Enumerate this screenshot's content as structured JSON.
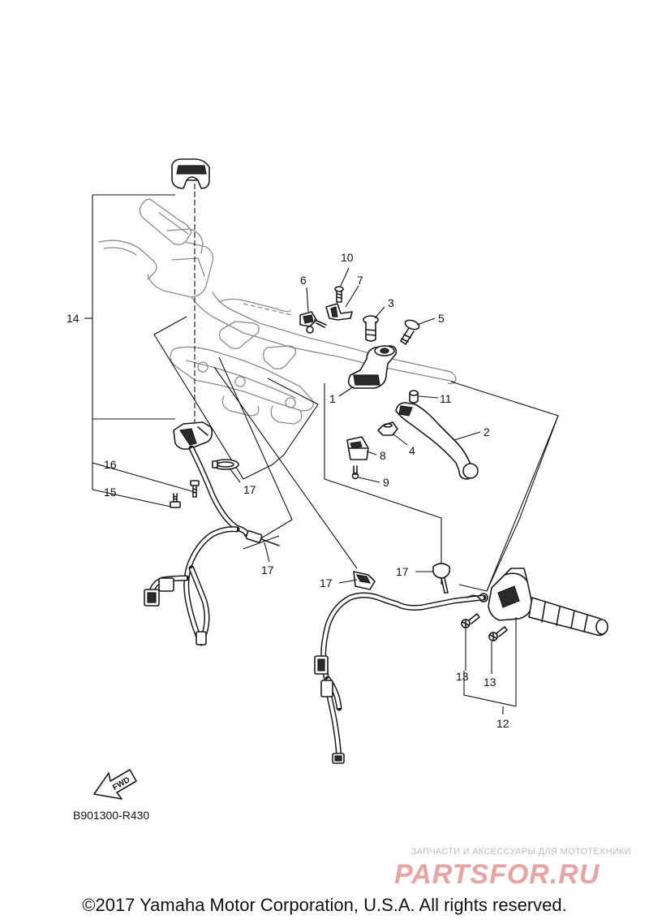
{
  "callouts": {
    "c1": "1",
    "c2": "2",
    "c3": "3",
    "c4": "4",
    "c5": "5",
    "c6": "6",
    "c7": "7",
    "c8": "8",
    "c9": "9",
    "c10": "10",
    "c11": "11",
    "c12": "12",
    "c13a": "13",
    "c13b": "13",
    "c14": "14",
    "c15": "15",
    "c16": "16",
    "c17a": "17",
    "c17b": "17",
    "c17c": "17",
    "c17d": "17"
  },
  "fwd_label": "FWD",
  "reference_code": "B901300-R430",
  "watermark": {
    "tagline": "ЗАПЧАСТИ И АКСЕССУАРЫ ДЛЯ МОТОТЕХНИКИ",
    "logo_text": "PARTSFOR.RU"
  },
  "copyright": "©2017 Yamaha Motor Corporation, U.S.A. All rights reserved."
}
